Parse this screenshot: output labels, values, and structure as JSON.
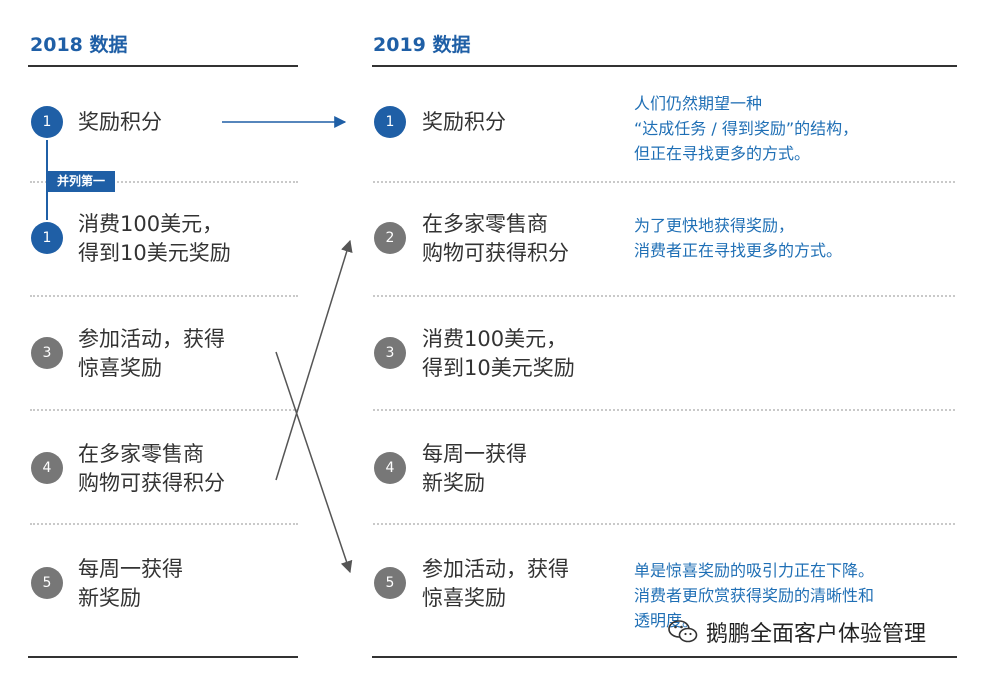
{
  "left": {
    "title": "2018 数据",
    "tie_tag": "并列第一",
    "items": [
      {
        "num": "1",
        "line1": "奖励积分",
        "line2": ""
      },
      {
        "num": "1",
        "line1": "消费100美元，",
        "line2": "得到10美元奖励"
      },
      {
        "num": "3",
        "line1": "参加活动，获得",
        "line2": "惊喜奖励"
      },
      {
        "num": "4",
        "line1": "在多家零售商",
        "line2": "购物可获得积分"
      },
      {
        "num": "5",
        "line1": "每周一获得",
        "line2": "新奖励"
      }
    ]
  },
  "right": {
    "title": "2019 数据",
    "items": [
      {
        "num": "1",
        "line1": "奖励积分",
        "line2": ""
      },
      {
        "num": "2",
        "line1": "在多家零售商",
        "line2": "购物可获得积分"
      },
      {
        "num": "3",
        "line1": "消费100美元，",
        "line2": "得到10美元奖励"
      },
      {
        "num": "4",
        "line1": "每周一获得",
        "line2": "新奖励"
      },
      {
        "num": "5",
        "line1": "参加活动，获得",
        "line2": "惊喜奖励"
      }
    ],
    "notes": [
      {
        "line1": "人们仍然期望一种",
        "line2": "“达成任务 / 得到奖励”的结构，",
        "line3": "但正在寻找更多的方式。"
      },
      {
        "line1": "为了更快地获得奖励，",
        "line2": "消费者正在寻找更多的方式。"
      },
      {
        "line1": "单是惊喜奖励的吸引力正在下降。",
        "line2": "消费者更欣赏获得奖励的清晰性和",
        "line3": "透明度。"
      }
    ]
  },
  "watermark": "鹅鹏全面客户体验管理",
  "colors": {
    "accent": "#1f5fa6",
    "note": "#1f6fb5",
    "gray_circle": "#777777"
  }
}
